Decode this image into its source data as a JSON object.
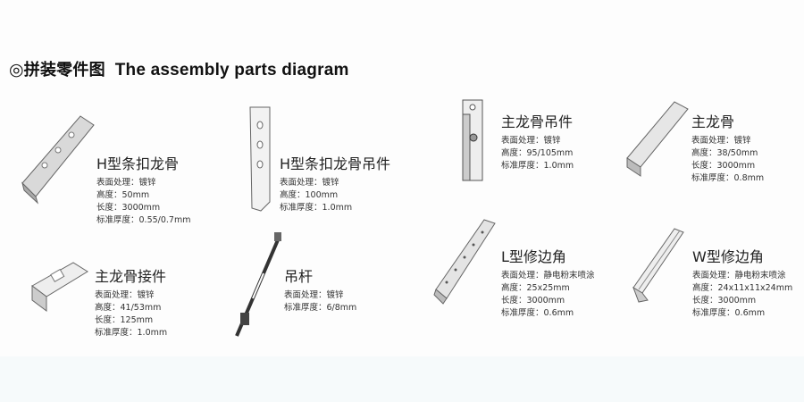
{
  "title": {
    "symbol": "◎",
    "cn": "拼装零件图",
    "en": "The assembly parts diagram"
  },
  "parts": [
    {
      "name": "H型条扣龙骨",
      "specs": [
        "表面处理：镀锌",
        "高度：50mm",
        "长度：3000mm",
        "标准厚度：0.55/0.7mm"
      ],
      "icon": "h-clip-keel-icon"
    },
    {
      "name": "H型条扣龙骨吊件",
      "specs": [
        "表面处理：镀锌",
        "高度：100mm",
        "标准厚度：1.0mm"
      ],
      "icon": "h-keel-hanger-icon"
    },
    {
      "name": "主龙骨吊件",
      "specs": [
        "表面处理：镀锌",
        "高度：95/105mm",
        "标准厚度：1.0mm"
      ],
      "icon": "main-keel-hanger-icon"
    },
    {
      "name": "主龙骨",
      "specs": [
        "表面处理：镀锌",
        "高度：38/50mm",
        "长度：3000mm",
        "标准厚度：0.8mm"
      ],
      "icon": "main-keel-icon"
    },
    {
      "name": "主龙骨接件",
      "specs": [
        "表面处理：镀锌",
        "高度：41/53mm",
        "长度：125mm",
        "标准厚度：1.0mm"
      ],
      "icon": "main-keel-connector-icon"
    },
    {
      "name": "吊杆",
      "specs": [
        "表面处理：镀锌",
        "标准厚度：6/8mm"
      ],
      "icon": "hanger-rod-icon"
    },
    {
      "name": "L型修边角",
      "specs": [
        "表面处理：静电粉末喷涂",
        "高度：25x25mm",
        "长度：3000mm",
        "标准厚度：0.6mm"
      ],
      "icon": "l-edge-trim-icon"
    },
    {
      "name": "W型修边角",
      "specs": [
        "表面处理：静电粉末喷涂",
        "高度：24x11x11x24mm",
        "长度：3000mm",
        "标准厚度：0.6mm"
      ],
      "icon": "w-edge-trim-icon"
    }
  ]
}
